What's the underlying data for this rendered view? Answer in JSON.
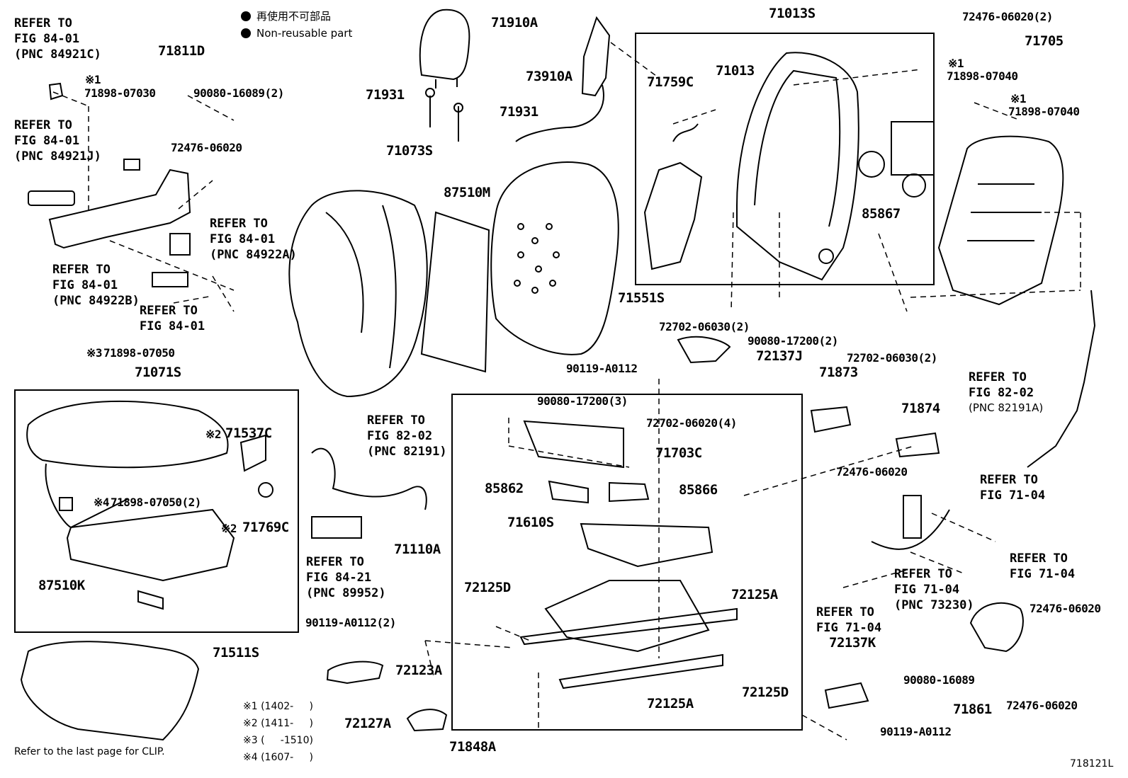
{
  "legend": [
    {
      "text": "再使用不可部品"
    },
    {
      "text": "Non-reusable part"
    }
  ],
  "refs": {
    "r1": [
      "REFER TO",
      "FIG 84-01",
      "(PNC 84921C)"
    ],
    "r2": [
      "REFER TO",
      "FIG 84-01",
      "(PNC 84921J)"
    ],
    "r3": [
      "REFER TO",
      "FIG 84-01",
      "(PNC 84922A)"
    ],
    "r4": [
      "REFER TO",
      "FIG 84-01",
      "(PNC 84922B)"
    ],
    "r5": [
      "REFER TO",
      "FIG 84-01"
    ],
    "r6": [
      "REFER TO",
      "FIG 82-02",
      "(PNC 82191)"
    ],
    "r7": [
      "REFER TO",
      "FIG 84-21",
      "(PNC 89952)"
    ],
    "r8": [
      "REFER TO",
      "FIG 82-02",
      "(PNC 82191A)"
    ],
    "r9": [
      "REFER TO",
      "FIG 71-04"
    ],
    "r10": [
      "REFER TO",
      "FIG 71-04"
    ],
    "r11": [
      "REFER TO",
      "FIG 71-04",
      "(PNC 73230)"
    ],
    "r12": [
      "REFER TO",
      "FIG 71-04"
    ]
  },
  "parts": {
    "p71811D": "71811D",
    "p71898_07030": "71898-07030",
    "p90080_16089_2": "90080-16089(2)",
    "p72476_06020_a": "72476-06020",
    "p71898_07050": "71898-07050",
    "p71071S": "71071S",
    "p71537C": "71537C",
    "p71898_07050_2": "71898-07050(2)",
    "p71769C": "71769C",
    "p87510K": "87510K",
    "p71511S": "71511S",
    "p71910A": "71910A",
    "p73910A": "73910A",
    "p71931a": "71931",
    "p71931b": "71931",
    "p71073S": "71073S",
    "p87510M": "87510M",
    "p71551S": "71551S",
    "p71013S": "71013S",
    "p71013": "71013",
    "p71759C": "71759C",
    "p85867": "85867",
    "p72702_06030_a": "72702-06030(2)",
    "p90080_17200_2": "90080-17200(2)",
    "p72137J": "72137J",
    "p90119_A0112_a": "90119-A0112",
    "p72702_06030_b": "72702-06030(2)",
    "p72476_06020_2": "72476-06020(2)",
    "p71705": "71705",
    "p71898_07040_a": "71898-07040",
    "p71898_07040_b": "71898-07040",
    "p90080_17200_3": "90080-17200(3)",
    "p72702_06020_4": "72702-06020(4)",
    "p71703C": "71703C",
    "p85862": "85862",
    "p85866": "85866",
    "p71610S": "71610S",
    "p71110A": "71110A",
    "p72125D_a": "72125D",
    "p72125A_a": "72125A",
    "p90119_A0112_2": "90119-A0112(2)",
    "p72123A": "72123A",
    "p72127A": "72127A",
    "p71848A": "71848A",
    "p72125A_b": "72125A",
    "p72125D_b": "72125D",
    "p71873": "71873",
    "p71874": "71874",
    "p72476_06020_b": "72476-06020",
    "p72137K": "72137K",
    "p90119_A0112_b": "90119-A0112",
    "p90080_16089": "90080-16089",
    "p71861": "71861",
    "p72476_06020_c": "72476-06020",
    "p72476_06020_d": "72476-06020"
  },
  "marks": {
    "m1a": "※1",
    "m1b": "※1",
    "m1c": "※1",
    "m2a": "※2",
    "m2b": "※2",
    "m3": "※3",
    "m4": "※4"
  },
  "notes": {
    "n1": "※1 (1402-     )",
    "n2": "※2 (1411-     )",
    "n3": "※3 (     -1510)",
    "n4": "※4 (1607-     )",
    "clip": "Refer to the last page for CLIP.",
    "fig": "718121L"
  }
}
